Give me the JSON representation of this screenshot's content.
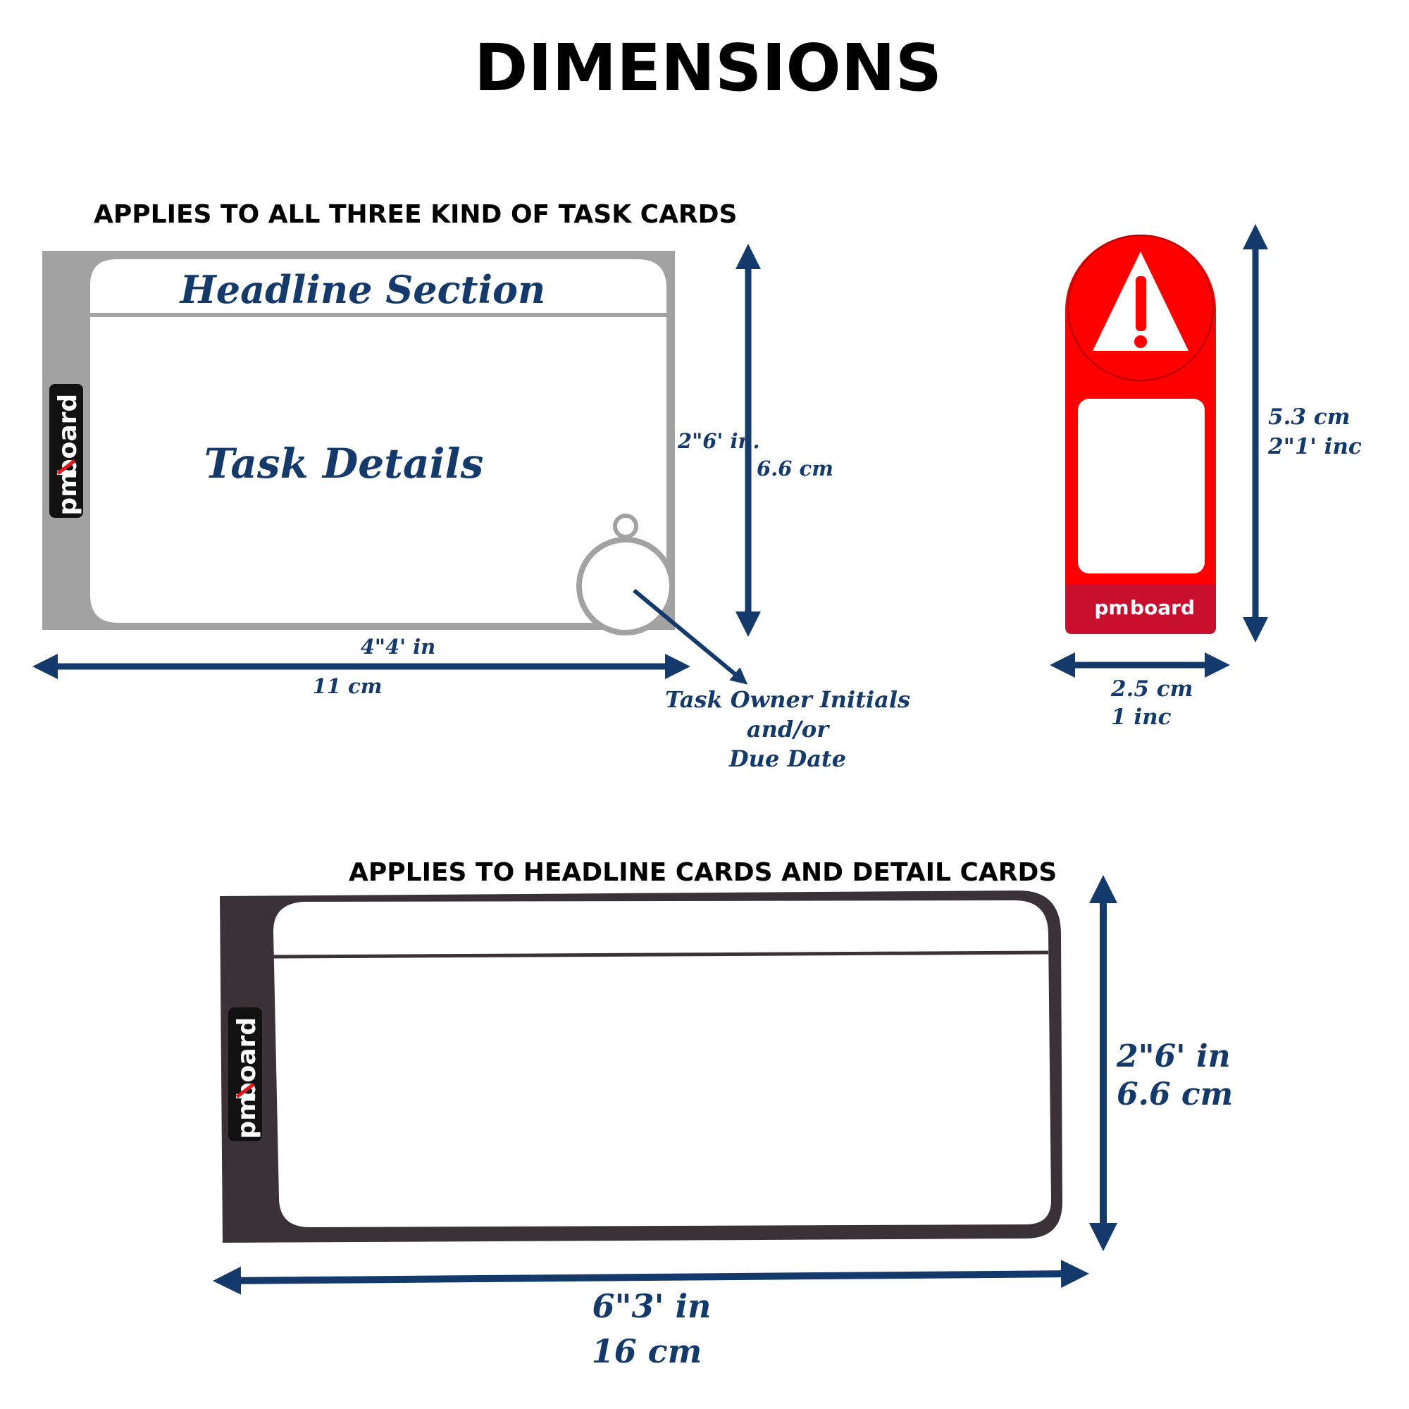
{
  "title": "DIMENSIONS",
  "colors": {
    "navy": "#143a6b",
    "gray_frame": "#a2a2a2",
    "dark_frame": "#3b3238",
    "red": "#ff0000",
    "crimson": "#c8102e",
    "black": "#000000"
  },
  "task_card": {
    "caption": "APPLIES TO ALL THREE KIND OF TASK CARDS",
    "headline": "Headline Section",
    "details": "Task Details",
    "brand_pm": "pm",
    "brand_board": "board",
    "height_in": "2\"6' in.",
    "height_cm": "6.6 cm",
    "width_in": "4\"4' in",
    "width_cm": "11 cm",
    "owner_line1": "Task Owner Initials",
    "owner_line2": "and/or",
    "owner_line3": "Due Date"
  },
  "warning_card": {
    "icon": "warning-triangle-icon",
    "brand_pm": "pm",
    "brand_board": "board",
    "height_cm": "5.3 cm",
    "height_in": "2\"1' inc",
    "width_cm": "2.5 cm",
    "width_in": "1 inc"
  },
  "long_card": {
    "caption": "APPLIES TO HEADLINE CARDS AND DETAIL CARDS",
    "brand_pm": "pm",
    "brand_board": "board",
    "height_in": "2\"6' in",
    "height_cm": "6.6 cm",
    "width_in": "6\"3' in",
    "width_cm": "16 cm"
  }
}
